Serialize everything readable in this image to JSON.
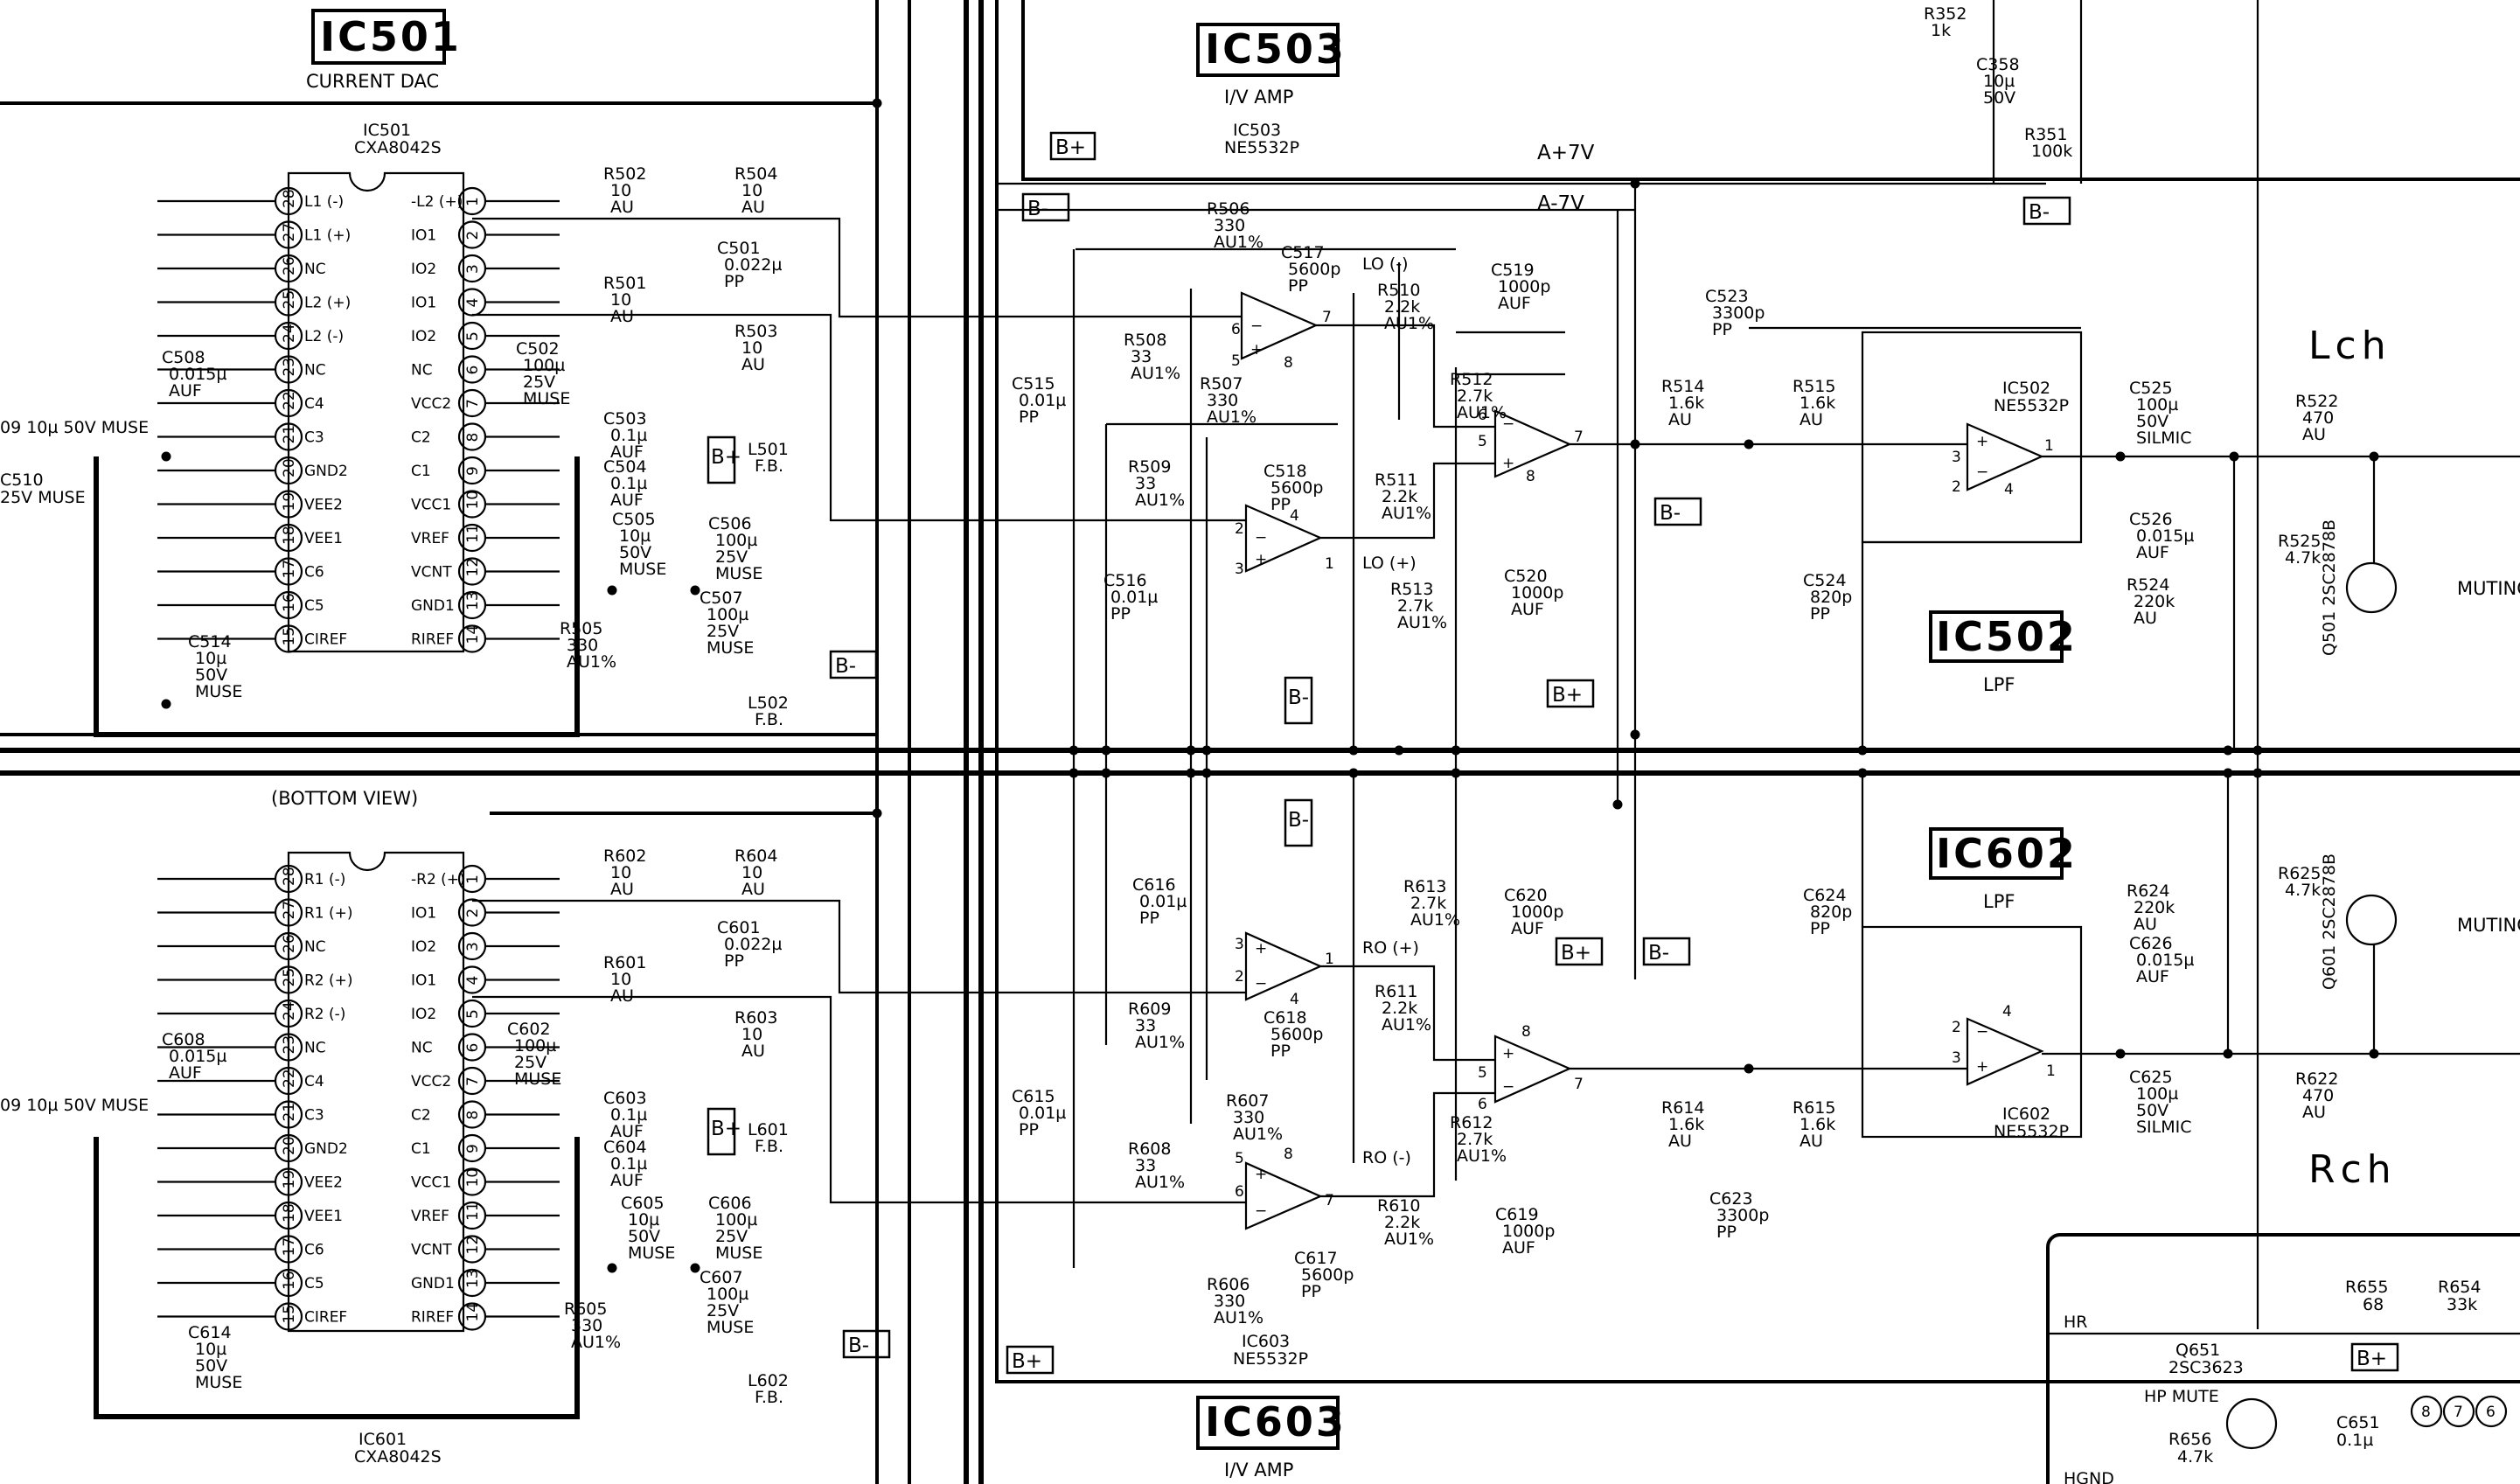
{
  "blocks": {
    "ic501": {
      "title": "IC501",
      "subtitle": "CURRENT DAC",
      "part_ref": "IC501",
      "part_no": "CXA8042S"
    },
    "ic503": {
      "title": "IC503",
      "subtitle": "I/V AMP",
      "part_ref": "IC503",
      "part_no": "NE5532P"
    },
    "ic502": {
      "title": "IC502",
      "subtitle": "LPF",
      "part_ref": "IC502",
      "part_no": "NE5532P"
    },
    "ic602": {
      "title": "IC602",
      "subtitle": "LPF",
      "part_ref": "IC602",
      "part_no": "NE5532P"
    },
    "ic603": {
      "title": "IC603",
      "subtitle": "I/V AMP",
      "part_ref": "IC603",
      "part_no": "NE5532P"
    },
    "ic601": {
      "part_ref": "IC601",
      "part_no": "CXA8042S"
    }
  },
  "channels": {
    "left": "Lch",
    "right": "Rch"
  },
  "bottom_view": "(BOTTOM VIEW)",
  "rails": {
    "pos": "A+7V",
    "neg": "A-7V",
    "b_plus": "B+",
    "b_minus": "B-"
  },
  "muting": {
    "label": "MUTING",
    "q501": "Q501 2SC2878B",
    "q601": "Q601 2SC2878B"
  },
  "dac_pins_left": [
    "L1 (-)",
    "L1 (+)",
    "NC",
    "L2 (+)",
    "L2 (-)",
    "NC",
    "C4",
    "C3",
    "GND2",
    "VEE2",
    "VEE1",
    "C6",
    "C5",
    "CIREF"
  ],
  "dac_pins_right": [
    "-L2 (+)",
    "IO1",
    "IO2",
    "IO1",
    "IO2",
    "NC",
    "VCC2",
    "C2",
    "C1",
    "VCC1",
    "VREF",
    "VCNT",
    "GND1",
    "RIREF"
  ],
  "dac_pins_right_r": [
    "-R2 (+)",
    "IO1",
    "IO2",
    "IO1",
    "IO2",
    "NC",
    "VCC2",
    "C2",
    "C1",
    "VCC1",
    "VREF",
    "VCNT",
    "GND1",
    "RIREF"
  ],
  "dac_pins_left_r": [
    "R1 (-)",
    "R1 (+)",
    "NC",
    "R2 (+)",
    "R2 (-)",
    "NC",
    "C4",
    "C3",
    "GND2",
    "VEE2",
    "VEE1",
    "C6",
    "C5",
    "CIREF"
  ],
  "components_upper": [
    {
      "ref": "R502",
      "val": "10 AU"
    },
    {
      "ref": "R504",
      "val": "10 AU"
    },
    {
      "ref": "R501",
      "val": "10 AU"
    },
    {
      "ref": "R503",
      "val": "10 AU"
    },
    {
      "ref": "C501",
      "val": "0.022µ PP"
    },
    {
      "ref": "C502",
      "val": "100µ 25V MUSE"
    },
    {
      "ref": "C503",
      "val": "0.1µ AUF"
    },
    {
      "ref": "C504",
      "val": "0.1µ AUF"
    },
    {
      "ref": "C505",
      "val": "10µ 50V MUSE"
    },
    {
      "ref": "C506",
      "val": "100µ 25V MUSE"
    },
    {
      "ref": "C507",
      "val": "100µ 25V MUSE"
    },
    {
      "ref": "R505",
      "val": "330 AU1%"
    },
    {
      "ref": "L501",
      "val": "F.B."
    },
    {
      "ref": "L502",
      "val": "F.B."
    },
    {
      "ref": "C508",
      "val": "0.015µ AUF"
    },
    {
      "ref": "C514",
      "val": "10µ 50V MUSE"
    }
  ],
  "components_iv_upper": [
    {
      "ref": "R506",
      "val": "330 AU1%"
    },
    {
      "ref": "C517",
      "val": "5600p PP"
    },
    {
      "ref": "R508",
      "val": "33 AU1%"
    },
    {
      "ref": "R507",
      "val": "330 AU1%"
    },
    {
      "ref": "C515",
      "val": "0.01µ PP"
    },
    {
      "ref": "R509",
      "val": "33 AU1%"
    },
    {
      "ref": "C518",
      "val": "5600p PP"
    },
    {
      "ref": "C516",
      "val": "0.01µ PP"
    },
    {
      "ref": "R510",
      "val": "2.2k AU1%"
    },
    {
      "ref": "R511",
      "val": "2.2k AU1%"
    },
    {
      "ref": "R513",
      "val": "2.7k AU1%"
    },
    {
      "ref": "R512",
      "val": "2.7k AU1%"
    },
    {
      "ref": "C519",
      "val": "1000p AUF"
    },
    {
      "ref": "C520",
      "val": "1000p AUF"
    }
  ],
  "components_lpf_upper": [
    {
      "ref": "R514",
      "val": "1.6k AU"
    },
    {
      "ref": "R515",
      "val": "1.6k AU"
    },
    {
      "ref": "C523",
      "val": "3300p PP"
    },
    {
      "ref": "C524",
      "val": "820p PP"
    },
    {
      "ref": "C525",
      "val": "100µ 50V SILMIC"
    },
    {
      "ref": "C526",
      "val": "0.015µ AUF"
    },
    {
      "ref": "R522",
      "val": "470 AU"
    },
    {
      "ref": "R524",
      "val": "220k AU"
    },
    {
      "ref": "R525",
      "val": "4.7k"
    },
    {
      "ref": "R352",
      "val": "1k"
    },
    {
      "ref": "C358",
      "val": "10µ 50V"
    },
    {
      "ref": "R351",
      "val": "100k"
    }
  ],
  "components_lower": [
    {
      "ref": "R602",
      "val": "10 AU"
    },
    {
      "ref": "R604",
      "val": "10 AU"
    },
    {
      "ref": "R601",
      "val": "10 AU"
    },
    {
      "ref": "R603",
      "val": "10 AU"
    },
    {
      "ref": "C601",
      "val": "0.022µ PP"
    },
    {
      "ref": "C602",
      "val": "100µ 25V MUSE"
    },
    {
      "ref": "C603",
      "val": "0.1µ AUF"
    },
    {
      "ref": "C604",
      "val": "0.1µ AUF"
    },
    {
      "ref": "C605",
      "val": "10µ 50V MUSE"
    },
    {
      "ref": "C606",
      "val": "100µ 25V MUSE"
    },
    {
      "ref": "C607",
      "val": "100µ 25V MUSE"
    },
    {
      "ref": "R605",
      "val": "330 AU1%"
    },
    {
      "ref": "L601",
      "val": "F.B."
    },
    {
      "ref": "L602",
      "val": "F.B."
    },
    {
      "ref": "C608",
      "val": "0.015µ AUF"
    },
    {
      "ref": "C614",
      "val": "10µ 50V MUSE"
    }
  ],
  "components_iv_lower": [
    {
      "ref": "C616",
      "val": "0.01µ PP"
    },
    {
      "ref": "R609",
      "val": "33 AU1%"
    },
    {
      "ref": "C618",
      "val": "5600p PP"
    },
    {
      "ref": "R607",
      "val": "330 AU1%"
    },
    {
      "ref": "C615",
      "val": "0.01µ PP"
    },
    {
      "ref": "R608",
      "val": "33 AU1%"
    },
    {
      "ref": "C617",
      "val": "5600p PP"
    },
    {
      "ref": "R606",
      "val": "330 AU1%"
    },
    {
      "ref": "R613",
      "val": "2.7k AU1%"
    },
    {
      "ref": "R611",
      "val": "2.2k AU1%"
    },
    {
      "ref": "R610",
      "val": "2.2k AU1%"
    },
    {
      "ref": "R612",
      "val": "2.7k AU1%"
    },
    {
      "ref": "C620",
      "val": "1000p AUF"
    },
    {
      "ref": "C619",
      "val": "1000p AUF"
    }
  ],
  "components_lpf_lower": [
    {
      "ref": "R614",
      "val": "1.6k AU"
    },
    {
      "ref": "R615",
      "val": "1.6k AU"
    },
    {
      "ref": "C623",
      "val": "3300p PP"
    },
    {
      "ref": "C624",
      "val": "820p PP"
    },
    {
      "ref": "C625",
      "val": "100µ 50V SILMIC"
    },
    {
      "ref": "C626",
      "val": "0.015µ AUF"
    },
    {
      "ref": "R622",
      "val": "470 AU"
    },
    {
      "ref": "R624",
      "val": "220k AU"
    },
    {
      "ref": "R625",
      "val": "4.7k"
    }
  ],
  "headphone": {
    "hr": "HR",
    "hgnd": "HGND",
    "hp_mute": "HP MUTE",
    "q651": "Q651",
    "q651_part": "2SC3623",
    "r656": "R656",
    "r656_val": "4.7k",
    "r655": "R655",
    "r655_val": "68",
    "r654": "R654",
    "r654_val": "33k",
    "c651": "C651",
    "c651_val": "0.1µ"
  },
  "misc": {
    "lo_minus": "LO (-)",
    "lo_plus": "LO (+)",
    "ro_plus": "RO (+)",
    "ro_minus": "RO (-)",
    "c509": "09 10µ 50V MUSE",
    "c510": "C510",
    "c510_val": "25V MUSE"
  }
}
